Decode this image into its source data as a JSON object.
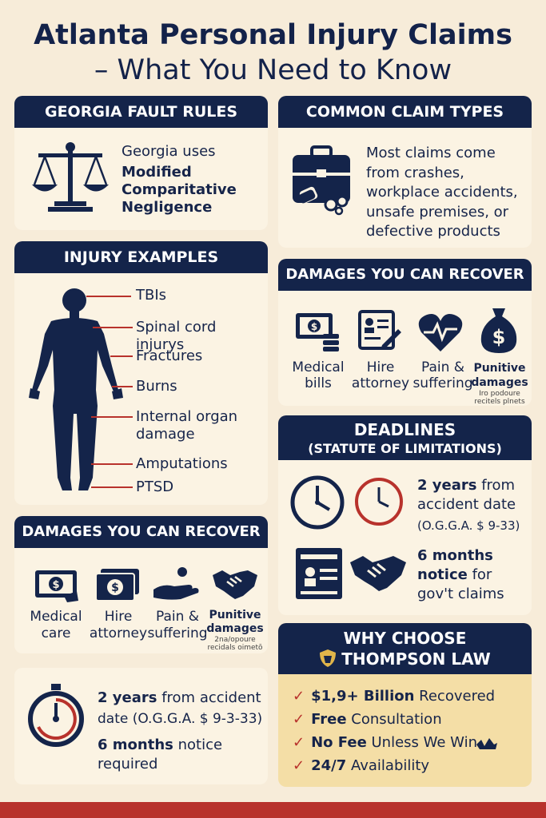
{
  "title": {
    "line1": "Atlanta Personal Injury Claims",
    "line2": "– What You Need to Know"
  },
  "fault_rules": {
    "header": "GEORGIA FAULT RULES",
    "line1": "Georgia uses",
    "line2": "Modified",
    "line3": "Comparitative",
    "line4": "Negligence",
    "icon": "scales-icon"
  },
  "claim_types": {
    "header": "COMMON CLAIM TYPES",
    "text": "Most claims come from crashes, workplace accidents, unsafe premises, or defective products",
    "icon": "briefcase-icon"
  },
  "injury_examples": {
    "header": "INJURY EXAMPLES",
    "items": [
      "TBIs",
      "Spinal cord injurys",
      "Fractures",
      "Burns",
      "Internal organ",
      "damage",
      "Amputations",
      "PTSD"
    ]
  },
  "damages_right": {
    "header": "DAMAGES YOU CAN RECOVER",
    "items": [
      {
        "line1": "Medical",
        "line2": "bills",
        "icon": "cash-icon"
      },
      {
        "line1": "Hire",
        "line2": "attorney",
        "icon": "document-icon"
      },
      {
        "line1": "Pain &",
        "line2": "suffering",
        "icon": "heart-icon"
      },
      {
        "line1": "Punitive",
        "line2": "damages",
        "icon": "money-bag-icon"
      }
    ],
    "note1": "Iro podoure",
    "note2": "recitels plnets"
  },
  "deadlines": {
    "header1": "DEADLINES",
    "header2": "(STATUTE OF LIMITATIONS)",
    "years_bold": "2 years",
    "years_rest": " from",
    "years_line2": "accident date",
    "statute": "(O.G.G.A. $ 9-33)",
    "months_bold": "6 months",
    "notice_bold": "notice",
    "notice_rest": " for",
    "gov": "gov't claims"
  },
  "damages_left": {
    "header": "DAMAGES YOU CAN RECOVER",
    "items": [
      {
        "line1": "Medical",
        "line2": "care",
        "icon": "cash-icon"
      },
      {
        "line1": "Hire",
        "line2": "attorney",
        "icon": "cash-icon"
      },
      {
        "line1": "Pain &",
        "line2": "suffering",
        "icon": "hand-icon"
      },
      {
        "line1": "Punitive",
        "line2": "damages",
        "icon": "handshake-icon"
      }
    ],
    "note1": "2na/opoure",
    "note2": "recidals oimetō"
  },
  "bottom_deadline": {
    "years_bold": "2 years",
    "years_rest": " from accident",
    "line2": "date (O.G.G.A. $ 9-3-33)",
    "months_bold": "6 months",
    "months_rest": " notice",
    "line4": "required"
  },
  "why": {
    "header1": "WHY CHOOSE",
    "header2": "THOMPSON LAW",
    "rows": [
      {
        "bold": "$1,9+ Billion",
        "rest": " Recovered"
      },
      {
        "bold": "Free",
        "rest": " Consultation"
      },
      {
        "bold": "No Fee",
        "rest": " Unless We Win"
      },
      {
        "bold": "24/7",
        "rest": " Availability"
      }
    ]
  },
  "colors": {
    "navy": "#14244a",
    "red": "#b8322c",
    "cream": "#f7ecd9",
    "gold": "#f4dea6"
  }
}
